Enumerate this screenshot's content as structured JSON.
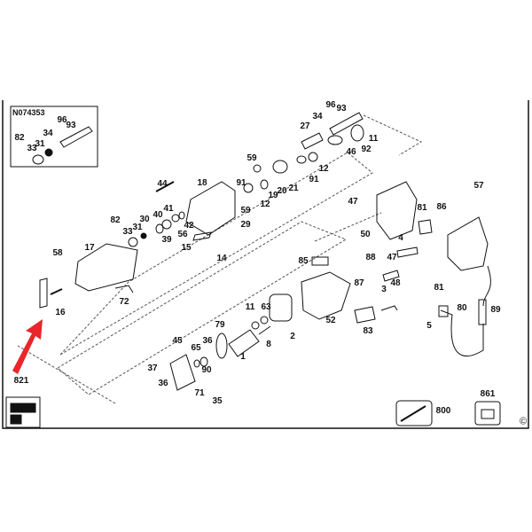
{
  "diagram": {
    "inset_title": "N074353",
    "copyright_symbol": "©",
    "accent_arrow_color": "#e8262b",
    "inset_labels": [
      "96",
      "93",
      "34",
      "82",
      "31",
      "33"
    ],
    "labels": [
      "96",
      "93",
      "34",
      "27",
      "11",
      "92",
      "46",
      "59",
      "12",
      "91",
      "91",
      "12",
      "19",
      "20",
      "21",
      "59",
      "29",
      "44",
      "18",
      "40",
      "41",
      "42",
      "30",
      "31",
      "82",
      "33",
      "39",
      "56",
      "15",
      "14",
      "17",
      "58",
      "16",
      "72",
      "47",
      "57",
      "81",
      "86",
      "50",
      "4",
      "85",
      "88",
      "47",
      "87",
      "3",
      "48",
      "81",
      "80",
      "89",
      "5",
      "52",
      "83",
      "11",
      "63",
      "2",
      "8",
      "79",
      "1",
      "45",
      "65",
      "36",
      "90",
      "37",
      "36",
      "71",
      "35",
      "821",
      "800",
      "861"
    ]
  }
}
